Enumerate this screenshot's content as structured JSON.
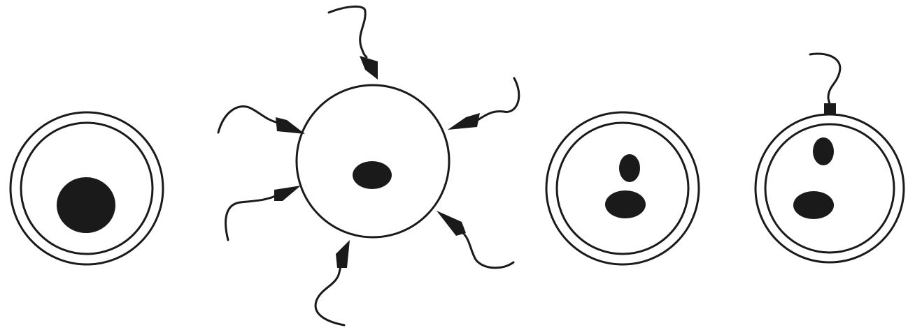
{
  "diagram": {
    "panels": [
      {
        "id": "cell-1",
        "membrane": "double",
        "nuclei": 1,
        "sperm_count": 0
      },
      {
        "id": "cell-2",
        "membrane": "single",
        "nuclei": 1,
        "sperm_count": 6
      },
      {
        "id": "cell-3",
        "membrane": "double",
        "nuclei": 2,
        "sperm_count": 0
      },
      {
        "id": "cell-4",
        "membrane": "double",
        "nuclei": 2,
        "sperm_count": 1
      }
    ],
    "colors": {
      "ink": "#1a1a1a",
      "background": "#ffffff"
    }
  }
}
